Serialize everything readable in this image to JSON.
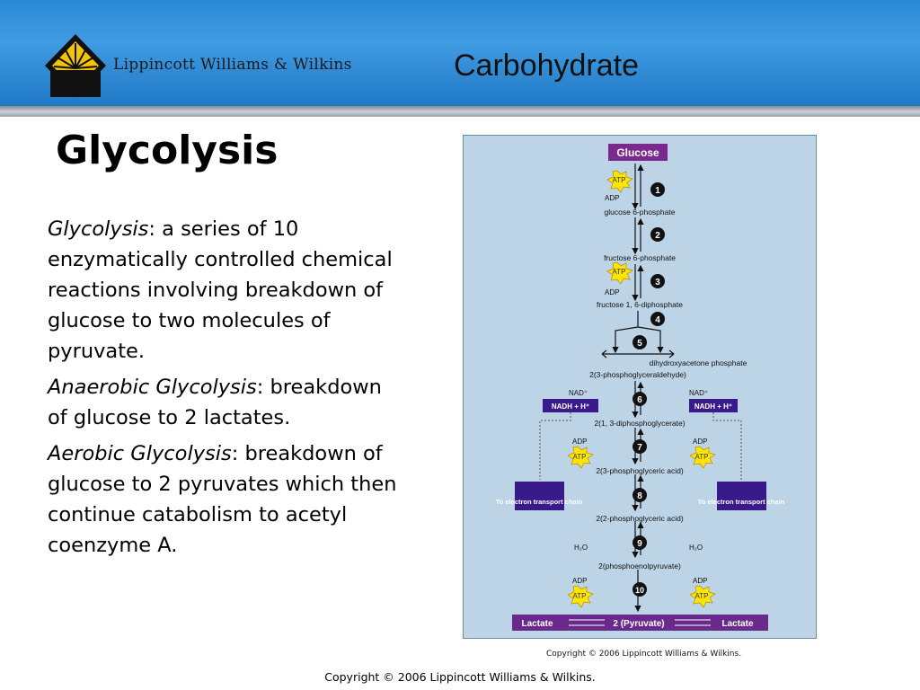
{
  "header": {
    "publisher": "Lippincott Williams & Wilkins",
    "title": "Carbohydrate"
  },
  "slide": {
    "title": "Glycolysis",
    "definitions": [
      {
        "term": "Glycolysis",
        "text": "a series of 10 enzymatically controlled chemical reactions involving breakdown of glucose to two molecules of pyruvate."
      },
      {
        "term": "Anaerobic Glycolysis",
        "text": "breakdown of glucose to 2 lactates."
      },
      {
        "term": "Aerobic Glycolysis",
        "text": "breakdown of glucose to 2 pyruvates which then continue catabolism to acetyl coenzyme A."
      }
    ]
  },
  "diagram": {
    "start": "Glucose",
    "intermediates": [
      "glucose 6-phosphate",
      "fructose 6-phosphate",
      "fructose 1, 6-diphosphate",
      "dihydroxyacetone phosphate",
      "2(3-phosphoglyceraldehyde)",
      "2(1, 3-diphosphoglycerate)",
      "2(3-phosphoglyceric acid)",
      "2(2-phosphoglyceric acid)",
      "2(phosphoenolpyruvate)"
    ],
    "steps": [
      "1",
      "2",
      "3",
      "4",
      "5",
      "6",
      "7",
      "8",
      "9",
      "10"
    ],
    "atp": "ATP",
    "adp": "ADP",
    "nad": "NAD⁺",
    "nadh": "NADH + H⁺",
    "water": "H₂O",
    "electron_transport": "To electron transport chain",
    "lactate": "Lactate",
    "pyruvate": "2 (Pyruvate)",
    "copyright": "Copyright © 2006 Lippincott Williams & Wilkins."
  },
  "footer": {
    "copyright": "Copyright © 2006 Lippincott Williams & Wilkins."
  },
  "colors": {
    "header_blue": "#2b8ad6",
    "diagram_bg": "#bcd4e6",
    "box_purple": "#5b1f8a",
    "label_purple": "#9a2f9a",
    "atp_yellow": "#ffe600"
  }
}
